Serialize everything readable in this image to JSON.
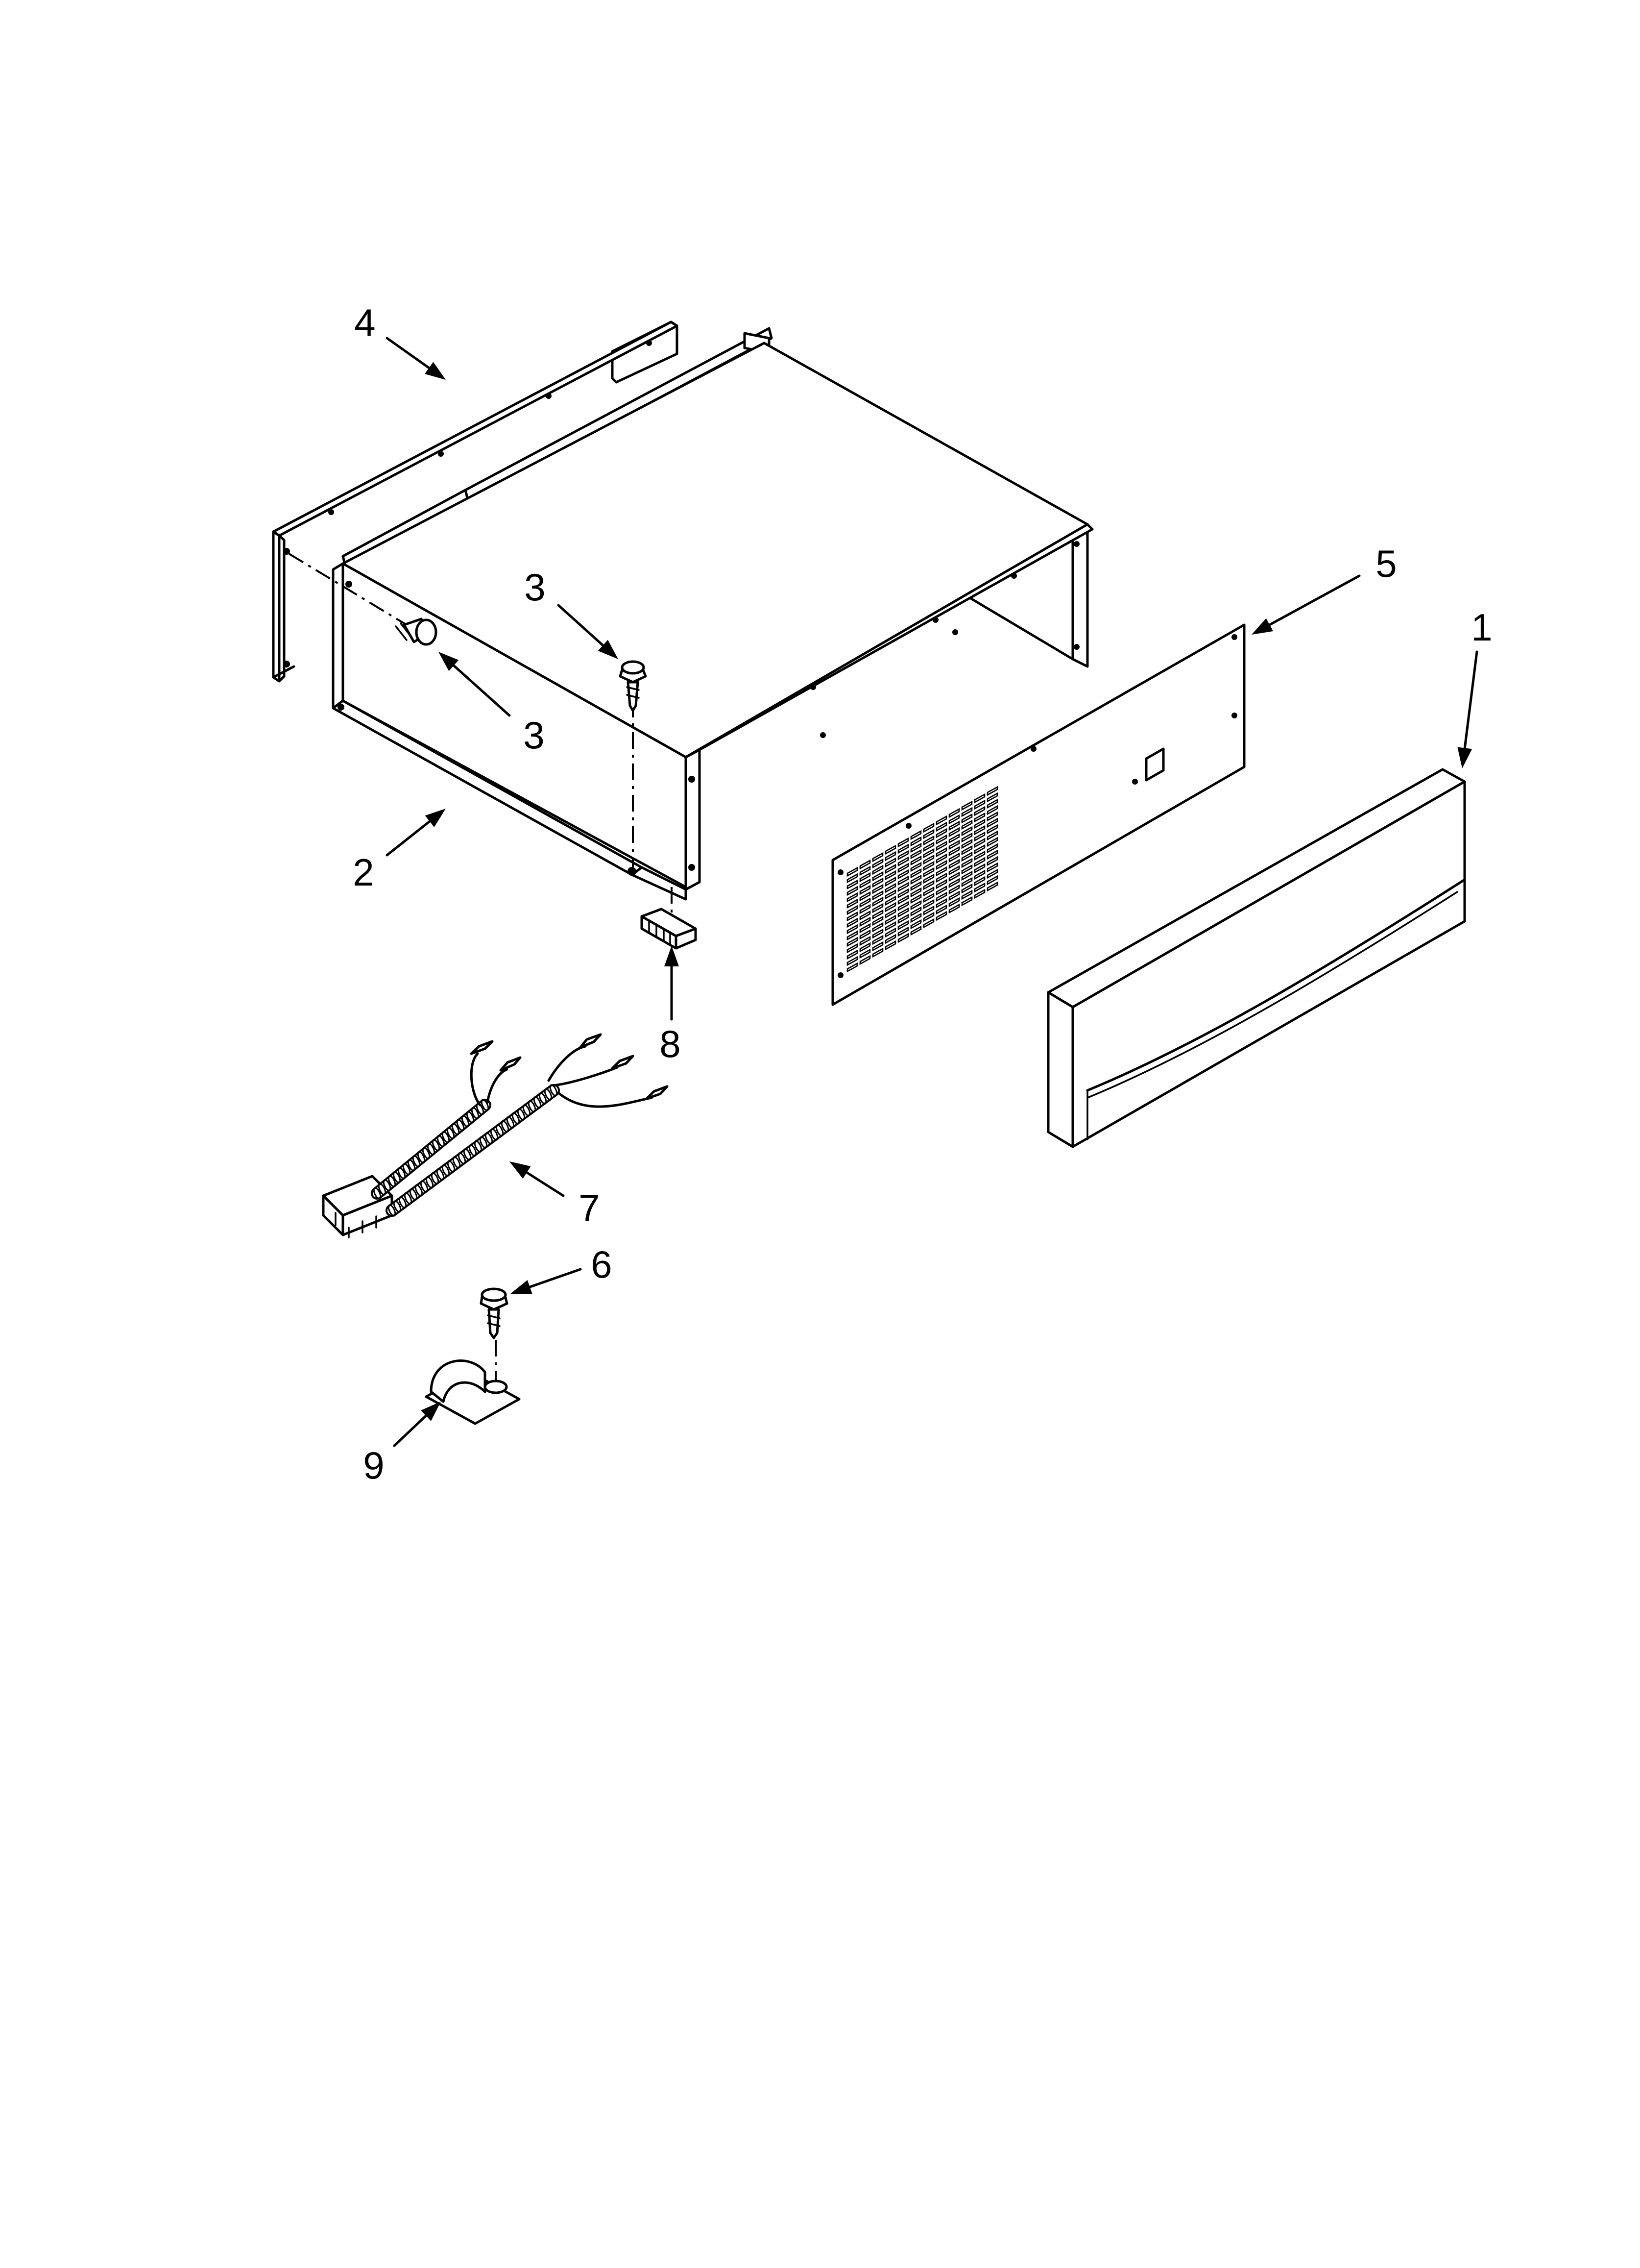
{
  "diagram": {
    "parts": [
      {
        "id": "p1",
        "number": "1",
        "shape": "front-grille-cover-panel"
      },
      {
        "id": "p2",
        "number": "2",
        "shape": "base-cabinet-box"
      },
      {
        "id": "p3a",
        "number": "3",
        "shape": "screw"
      },
      {
        "id": "p3b",
        "number": "3",
        "shape": "screw"
      },
      {
        "id": "p4",
        "number": "4",
        "shape": "mounting-bracket-rail"
      },
      {
        "id": "p5",
        "number": "5",
        "shape": "louvered-kick-plate"
      },
      {
        "id": "p6",
        "number": "6",
        "shape": "screw"
      },
      {
        "id": "p7",
        "number": "7",
        "shape": "wire-harness"
      },
      {
        "id": "p8",
        "number": "8",
        "shape": "terminal-block"
      },
      {
        "id": "p9",
        "number": "9",
        "shape": "cable-clamp"
      }
    ]
  }
}
